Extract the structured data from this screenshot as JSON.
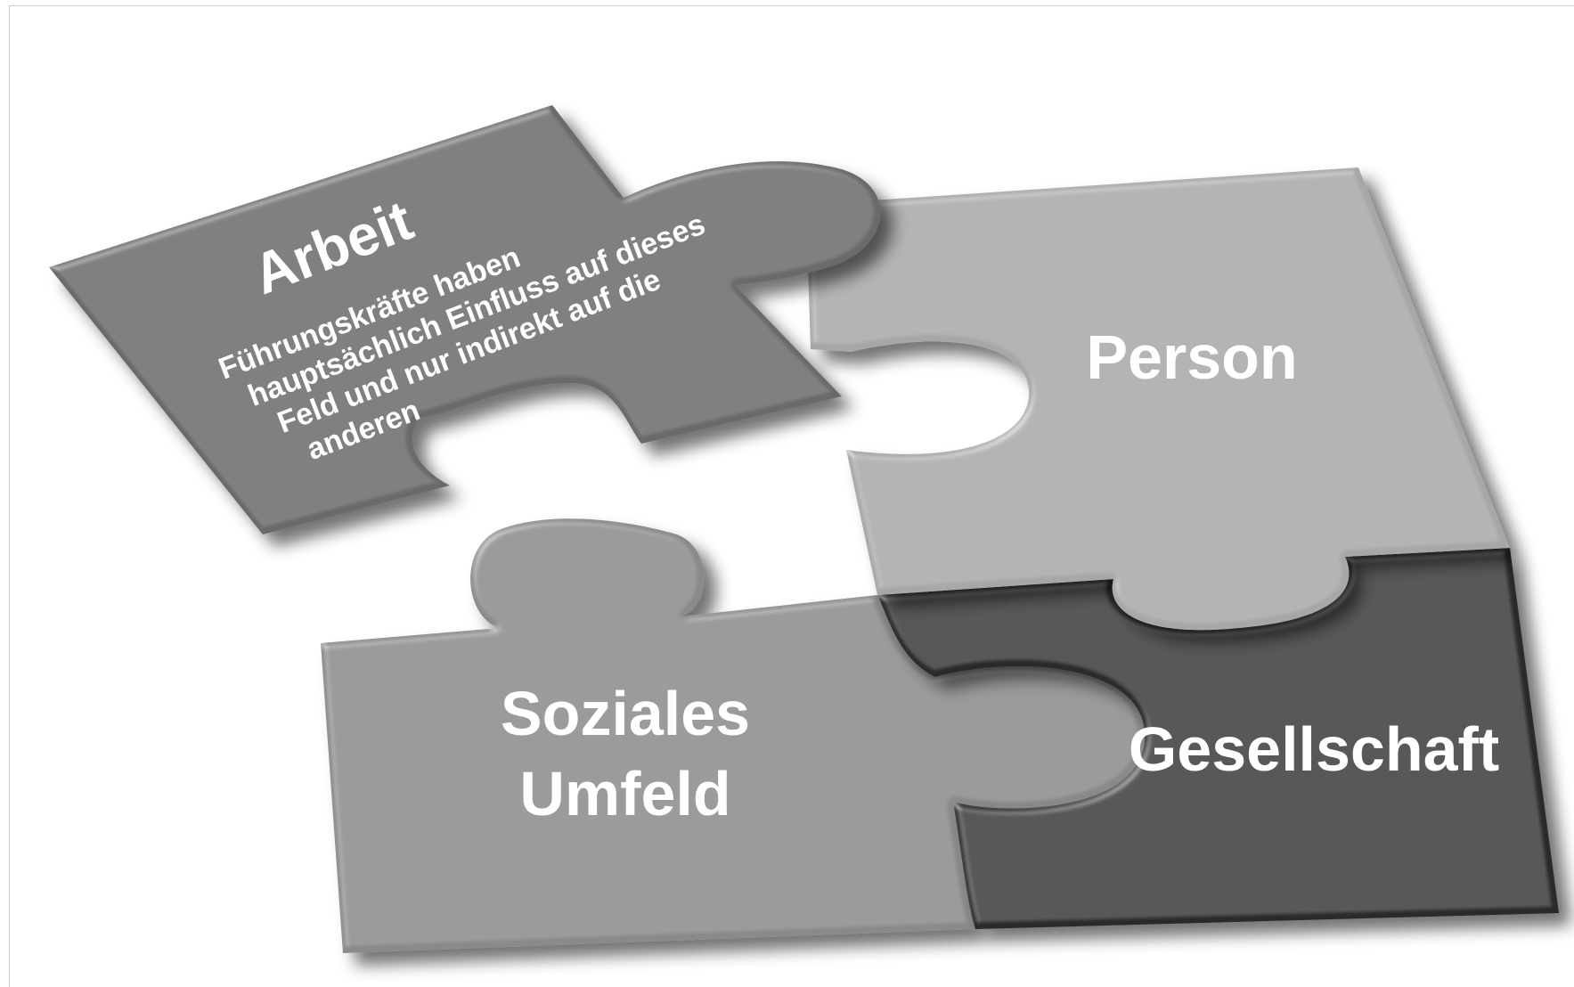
{
  "pieces": {
    "arbeit": {
      "title": "Arbeit",
      "description_lines": [
        "Führungskräfte haben",
        "hauptsächlich Einfluss auf dieses",
        "Feld und nur indirekt auf die",
        "anderen"
      ],
      "color": "#6a6a6a"
    },
    "person": {
      "label": "Person",
      "color": "#a7a7a7"
    },
    "soziales_umfeld": {
      "label_lines": [
        "Soziales",
        "Umfeld"
      ],
      "color": "#8a8a8a"
    },
    "gesellschaft": {
      "label": "Gesellschaft",
      "color": "#2b2b2b"
    }
  }
}
